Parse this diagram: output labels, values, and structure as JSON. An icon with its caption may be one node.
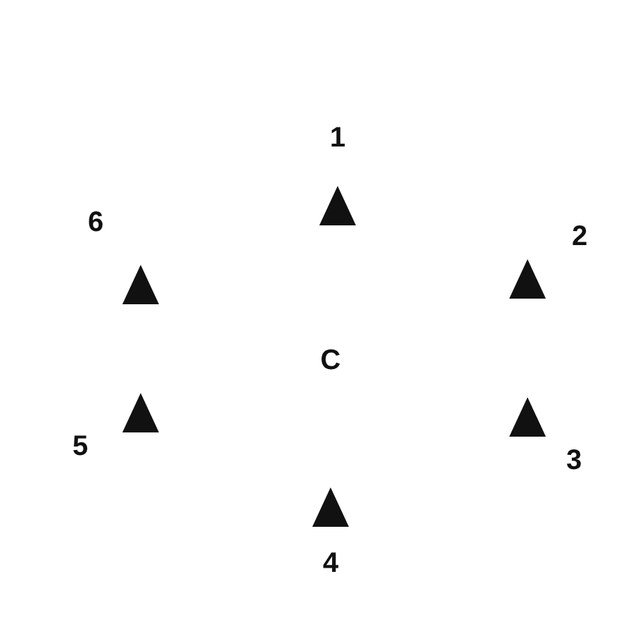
{
  "diagram": {
    "nodes": [
      {
        "text": [],
        "shape": "triangle",
        "beside": [
          "1"
        ]
      },
      {
        "text": [],
        "shape": "triangle",
        "beside": [
          "6"
        ]
      },
      {
        "text": [],
        "shape": "triangle",
        "beside": [
          "2"
        ]
      },
      {
        "text": [],
        "shape": "triangle",
        "beside": [
          "5"
        ]
      },
      {
        "text": [],
        "shape": "triangle",
        "beside": [
          "3"
        ]
      },
      {
        "text": [],
        "shape": "triangle",
        "beside": [
          "4"
        ]
      }
    ],
    "labels": [
      "C"
    ]
  }
}
